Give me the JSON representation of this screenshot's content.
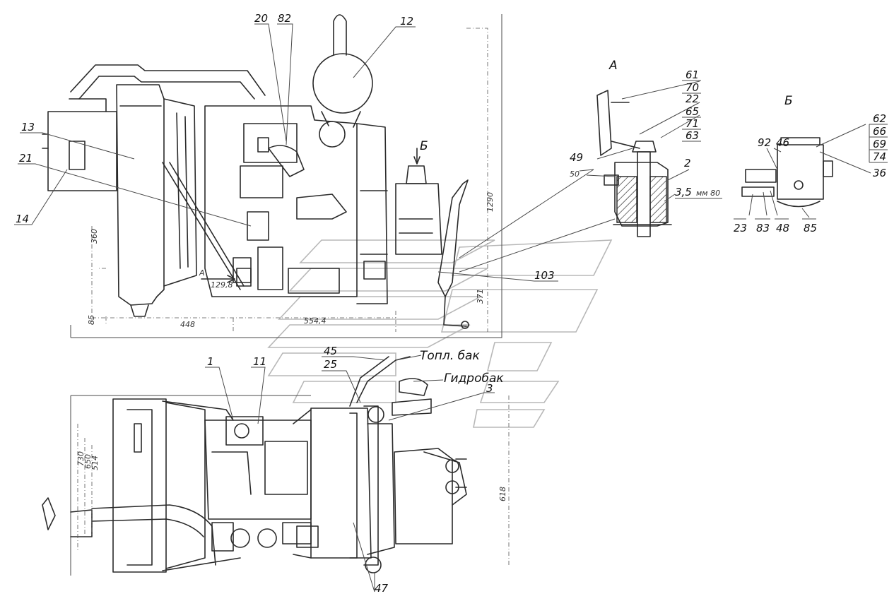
{
  "views": {
    "a": "А",
    "b": "Б",
    "arrow_a": "А",
    "arrow_b": "Б"
  },
  "callouts": {
    "c20": "20",
    "c82": "82",
    "c12": "12",
    "c13": "13",
    "c21": "21",
    "c14": "14",
    "c103": "103",
    "c61": "61",
    "c70": "70",
    "c22": "22",
    "c65": "65",
    "c71": "71",
    "c63": "63",
    "c49": "49",
    "c50": "50",
    "c2": "2",
    "c35": "3,5",
    "c92": "92",
    "c46": "46",
    "c62": "62",
    "c66": "66",
    "c69": "69",
    "c74": "74",
    "c36": "36",
    "c23": "23",
    "c83": "83",
    "c48": "48",
    "c85": "85",
    "c45": "45",
    "c25": "25",
    "c1": "1",
    "c11": "11",
    "c3": "3",
    "c47": "47"
  },
  "notes": {
    "tank_fuel": "Топл. бак",
    "tank_hydro": "Гидробак",
    "tightening": "мм 80"
  },
  "dimensions": {
    "d360": "360",
    "d85": "85",
    "d448": "448",
    "d5544": "554,4",
    "d1290": "1290",
    "d371": "371",
    "d1298": "129,8",
    "d730": "730",
    "d650": "650",
    "d514": "514",
    "d618": "618"
  }
}
